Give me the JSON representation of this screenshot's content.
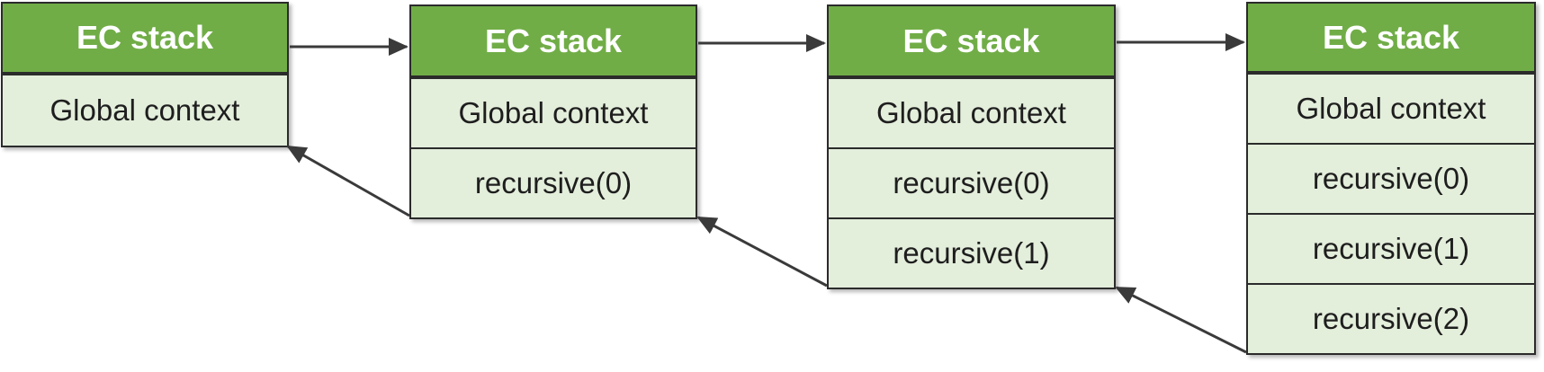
{
  "colors": {
    "header_fill": "#71ad47",
    "row_fill": "#e3eedb",
    "border": "#2b2b2b",
    "arrow": "#3a3a3a",
    "header_text": "#ffffff"
  },
  "stacks": [
    {
      "header": "EC stack",
      "rows": [
        "Global context"
      ]
    },
    {
      "header": "EC stack",
      "rows": [
        "Global context",
        "recursive(0)"
      ]
    },
    {
      "header": "EC stack",
      "rows": [
        "Global context",
        "recursive(0)",
        "recursive(1)"
      ]
    },
    {
      "header": "EC stack",
      "rows": [
        "Global context",
        "recursive(0)",
        "recursive(1)",
        "recursive(2)"
      ]
    }
  ],
  "arrows": {
    "forward": [
      "stack-1 → stack-2",
      "stack-2 → stack-3",
      "stack-3 → stack-4"
    ],
    "return": [
      "stack-2 → stack-1",
      "stack-3 → stack-2",
      "stack-4 → stack-3"
    ]
  }
}
